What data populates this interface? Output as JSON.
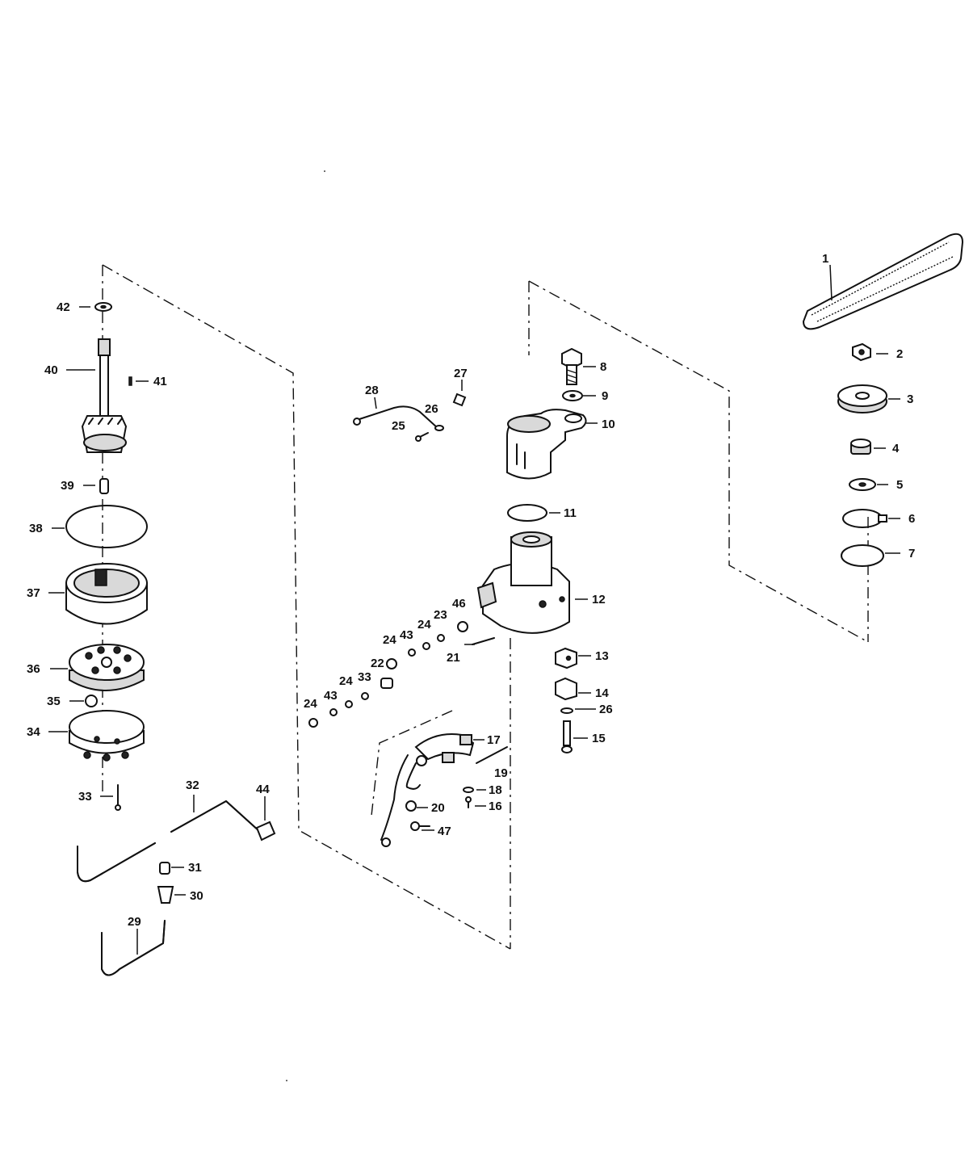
{
  "parts": [
    {
      "id": "1",
      "label": "1"
    },
    {
      "id": "2",
      "label": "2"
    },
    {
      "id": "3",
      "label": "3"
    },
    {
      "id": "4",
      "label": "4"
    },
    {
      "id": "5",
      "label": "5"
    },
    {
      "id": "6",
      "label": "6"
    },
    {
      "id": "7",
      "label": "7"
    },
    {
      "id": "8",
      "label": "8"
    },
    {
      "id": "9",
      "label": "9"
    },
    {
      "id": "10",
      "label": "10"
    },
    {
      "id": "11",
      "label": "11"
    },
    {
      "id": "12",
      "label": "12"
    },
    {
      "id": "13",
      "label": "13"
    },
    {
      "id": "14",
      "label": "14"
    },
    {
      "id": "15",
      "label": "15"
    },
    {
      "id": "16",
      "label": "16"
    },
    {
      "id": "17",
      "label": "17"
    },
    {
      "id": "18",
      "label": "18"
    },
    {
      "id": "19",
      "label": "19"
    },
    {
      "id": "20",
      "label": "20"
    },
    {
      "id": "21",
      "label": "21"
    },
    {
      "id": "22",
      "label": "22"
    },
    {
      "id": "23",
      "label": "23"
    },
    {
      "id": "24a",
      "label": "24"
    },
    {
      "id": "24b",
      "label": "24"
    },
    {
      "id": "24c",
      "label": "24"
    },
    {
      "id": "24d",
      "label": "24"
    },
    {
      "id": "25",
      "label": "25"
    },
    {
      "id": "26a",
      "label": "26"
    },
    {
      "id": "26b",
      "label": "26"
    },
    {
      "id": "27",
      "label": "27"
    },
    {
      "id": "28",
      "label": "28"
    },
    {
      "id": "29",
      "label": "29"
    },
    {
      "id": "30",
      "label": "30"
    },
    {
      "id": "31",
      "label": "31"
    },
    {
      "id": "32",
      "label": "32"
    },
    {
      "id": "33a",
      "label": "33"
    },
    {
      "id": "33b",
      "label": "33"
    },
    {
      "id": "34",
      "label": "34"
    },
    {
      "id": "35",
      "label": "35"
    },
    {
      "id": "36",
      "label": "36"
    },
    {
      "id": "37",
      "label": "37"
    },
    {
      "id": "38",
      "label": "38"
    },
    {
      "id": "39",
      "label": "39"
    },
    {
      "id": "40",
      "label": "40"
    },
    {
      "id": "41",
      "label": "41"
    },
    {
      "id": "42",
      "label": "42"
    },
    {
      "id": "43a",
      "label": "43"
    },
    {
      "id": "43b",
      "label": "43"
    },
    {
      "id": "44",
      "label": "44"
    },
    {
      "id": "46",
      "label": "46"
    },
    {
      "id": "47",
      "label": "47"
    }
  ]
}
